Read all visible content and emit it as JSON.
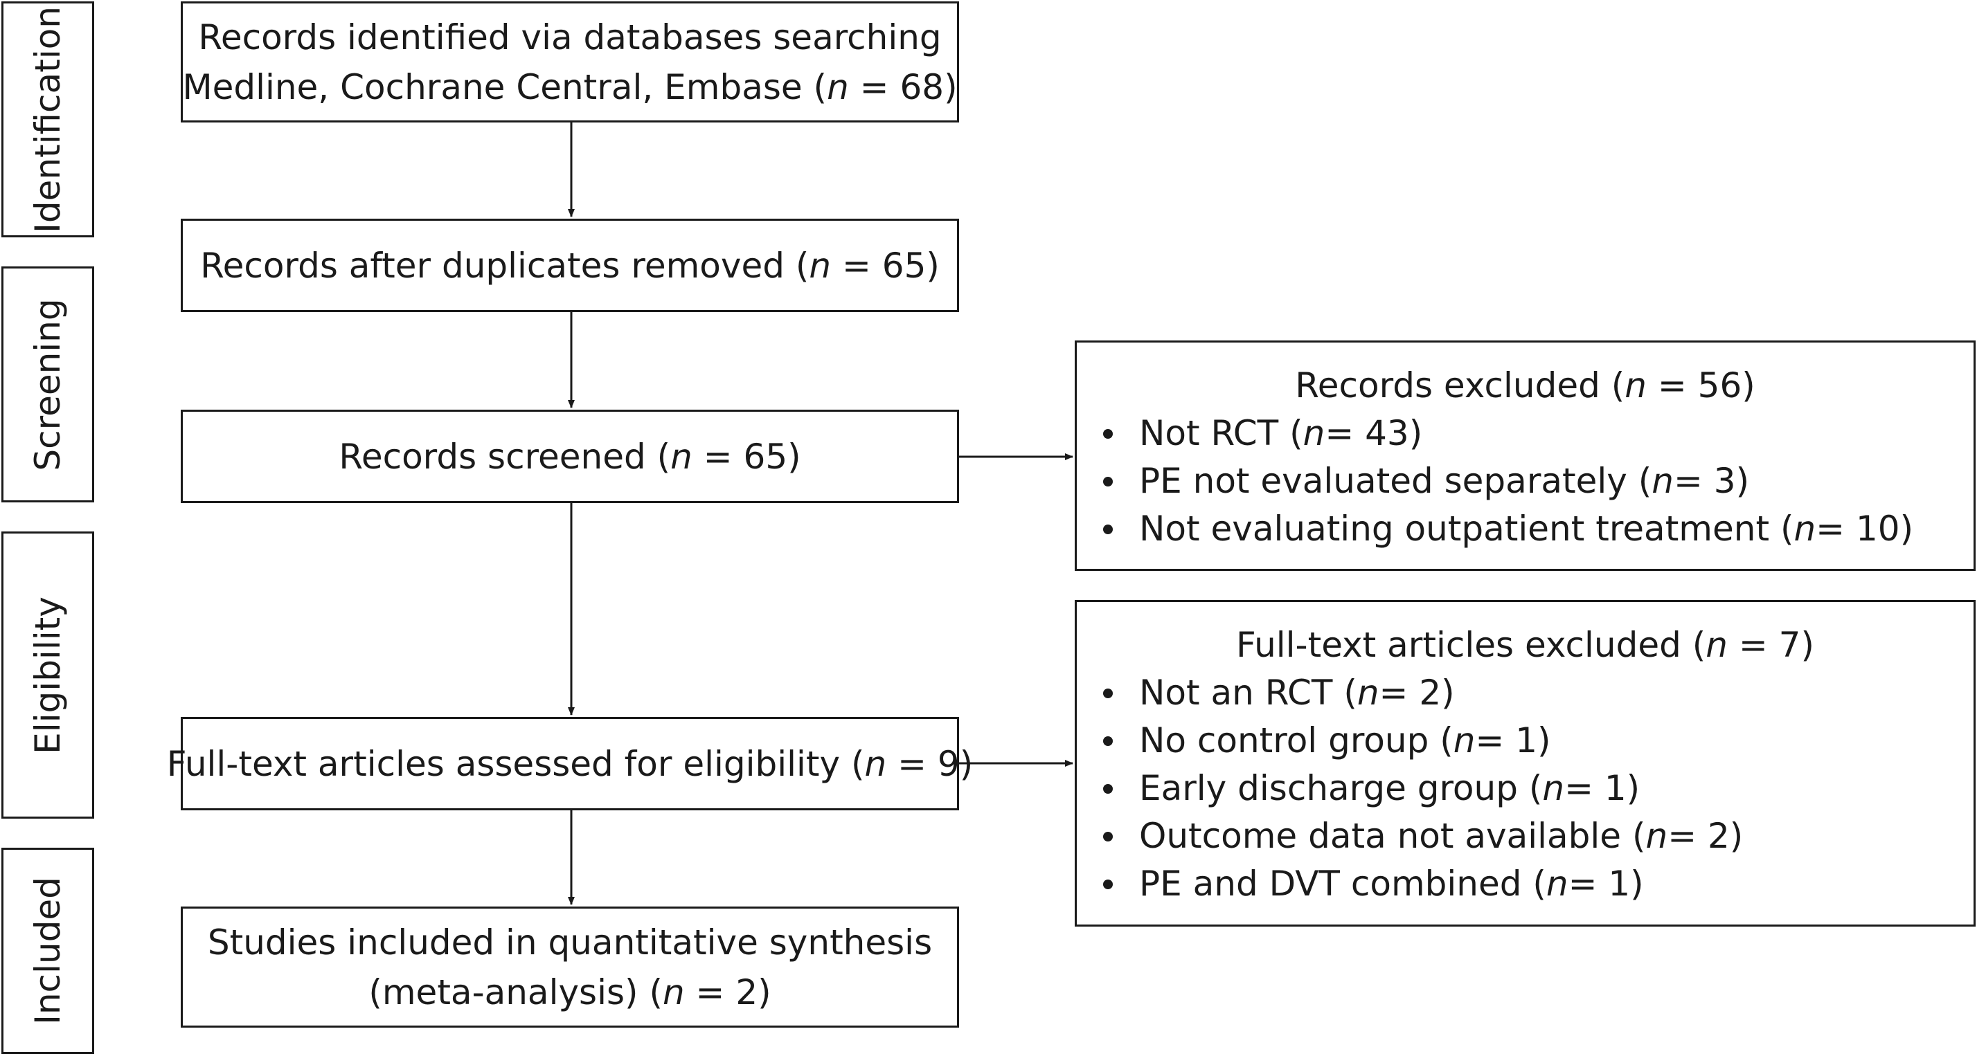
{
  "stages": {
    "identification": "Identification",
    "screening": "Screening",
    "eligibility": "Eligibility",
    "included": "Included"
  },
  "flow": {
    "identified": {
      "line1": "Records identified via databases searching",
      "line2_pre": "Medline, Cochrane Central, Embase (",
      "n_symbol": "n",
      "line2_post": " = 68)"
    },
    "duplicates_removed": {
      "pre": "Records after duplicates removed (",
      "n_symbol": "n",
      "post": " = 65)"
    },
    "screened": {
      "pre": "Records screened (",
      "n_symbol": "n",
      "post": " = 65)"
    },
    "fulltext_assessed": {
      "pre": "Full-text articles assessed for eligibility (",
      "n_symbol": "n",
      "post": " = 9)"
    },
    "included": {
      "line1": "Studies included in quantitative synthesis",
      "line2_pre": "(meta-analysis) (",
      "n_symbol": "n",
      "line2_post": " = 2)"
    }
  },
  "records_excluded": {
    "title_pre": "Records excluded (",
    "n_symbol": "n",
    "title_post": " = 56)",
    "items": [
      {
        "pre": "Not RCT (",
        "n_symbol": "n",
        "post": " = 43)"
      },
      {
        "pre": "PE not evaluated separately (",
        "n_symbol": "n",
        "post": " = 3)"
      },
      {
        "pre": "Not evaluating outpatient treatment (",
        "n_symbol": "n",
        "post": " = 10)"
      }
    ]
  },
  "fulltext_excluded": {
    "title_pre": "Full-text articles excluded (",
    "n_symbol": "n",
    "title_post": " = 7)",
    "items": [
      {
        "pre": "Not an RCT (",
        "n_symbol": "n",
        "post": " = 2)"
      },
      {
        "pre": "No control group (",
        "n_symbol": "n",
        "post": " = 1)"
      },
      {
        "pre": "Early discharge group (",
        "n_symbol": "n",
        "post": " = 1)"
      },
      {
        "pre": "Outcome data not available (",
        "n_symbol": "n",
        "post": " = 2)"
      },
      {
        "pre": "PE and DVT combined (",
        "n_symbol": "n",
        "post": " = 1)"
      }
    ]
  }
}
